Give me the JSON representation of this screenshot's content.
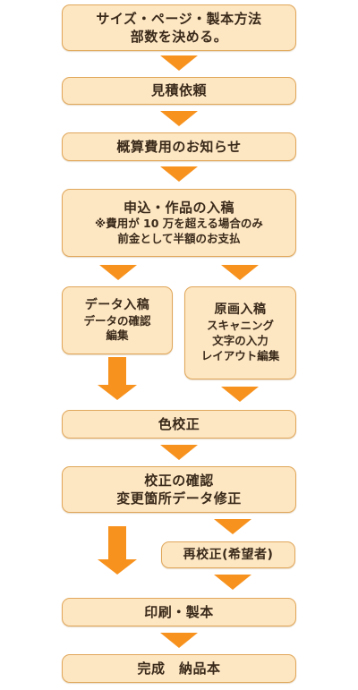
{
  "steps": {
    "decide": {
      "line1": "サイズ・ページ・製本方法",
      "line2": "部数を決める。"
    },
    "estimate": {
      "label": "見積依頼"
    },
    "notice": {
      "label": "概算費用のお知らせ"
    },
    "apply": {
      "line1": "申込・作品の入稿",
      "line2": "※費用が 10 万を超える場合のみ",
      "line3": "前金として半額のお支払"
    },
    "data_submit": {
      "title": "データ入稿",
      "line2": "データの確認",
      "line3": "編集"
    },
    "original_submit": {
      "title": "原画入稿",
      "line2": "スキャニング",
      "line3": "文字の入力",
      "line4": "レイアウト編集"
    },
    "color_proof": {
      "label": "色校正"
    },
    "proof_check": {
      "line1": "校正の確認",
      "line2": "変更箇所データ修正"
    },
    "reproof": {
      "label": "再校正(希望者)"
    },
    "print": {
      "label": "印刷・製本"
    },
    "complete": {
      "label": "完成　納品本"
    }
  },
  "colors": {
    "box_fill": "#fde6c2",
    "box_border": "#e0a75a",
    "arrow": "#f7921e"
  }
}
